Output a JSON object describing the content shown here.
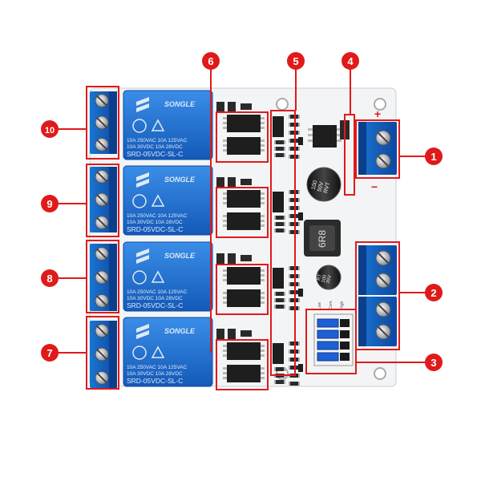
{
  "relay": {
    "brand": "SONGLE",
    "line1": "10A 250VAC  10A 125VAC",
    "line2": "10A  30VDC  10A  28VDC",
    "model": "SRD-05VDC-SL-C"
  },
  "power": {
    "plus": "+",
    "minus": "−"
  },
  "capacitors": {
    "big": [
      "100",
      "50V",
      "RVT"
    ],
    "small": [
      "RT",
      "100",
      "35V"
    ]
  },
  "inductor_text": "6R8",
  "jumper_labels": [
    "Low",
    "Com",
    "High"
  ],
  "callouts": [
    {
      "num": "1"
    },
    {
      "num": "2"
    },
    {
      "num": "3"
    },
    {
      "num": "4"
    },
    {
      "num": "5"
    },
    {
      "num": "6"
    },
    {
      "num": "7"
    },
    {
      "num": "8"
    },
    {
      "num": "9"
    },
    {
      "num": "10"
    }
  ],
  "colors": {
    "board": "#f2f4f6",
    "relay_blue": "#1f6fd0",
    "terminal_blue": "#1565c0",
    "callout_red": "#e01a1a",
    "chip": "#222222"
  }
}
